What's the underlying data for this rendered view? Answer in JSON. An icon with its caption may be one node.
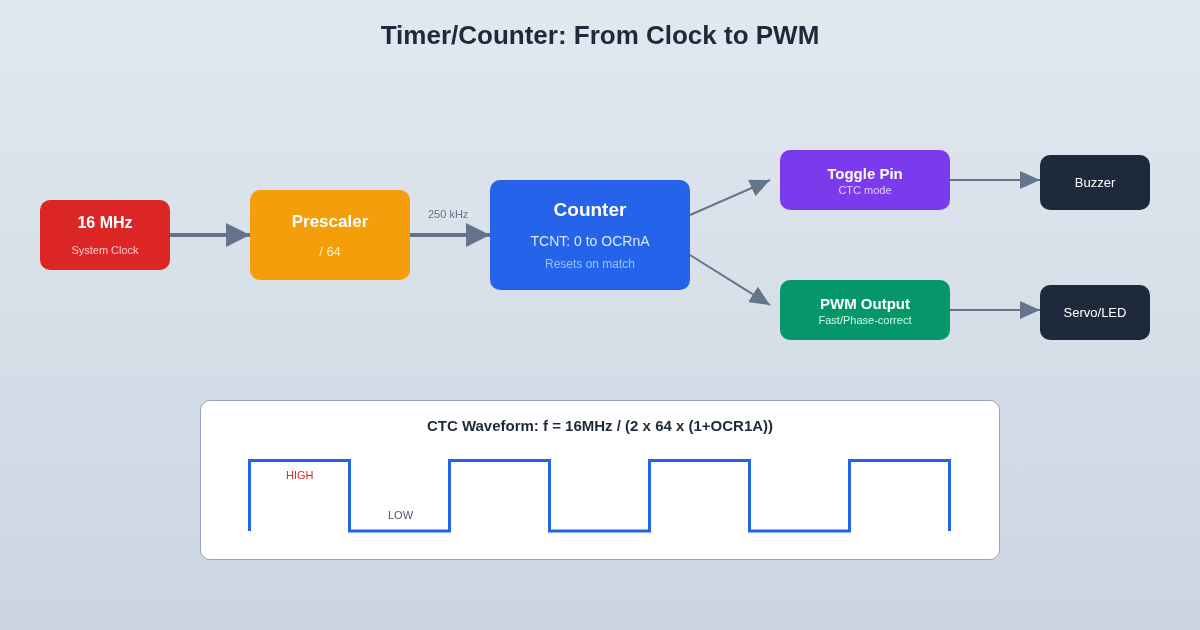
{
  "diagram": {
    "title": "Timer/Counter: From Clock to PWM",
    "nodes": [
      {
        "text": [
          "16 MHz",
          "System Clock"
        ]
      },
      {
        "text": [
          "Prescaler",
          "/ 64"
        ]
      },
      {
        "text": [
          "Counter",
          "TCNT: 0 to OCRnA",
          "Resets on match"
        ]
      },
      {
        "text": [
          "Toggle Pin",
          "CTC mode"
        ]
      },
      {
        "text": [
          "Buzzer"
        ]
      },
      {
        "text": [
          "PWM Output",
          "Fast/Phase-correct"
        ]
      },
      {
        "text": [
          "Servo/LED"
        ]
      },
      {
        "text": [
          "CTC Waveform: f = 16MHz / (2 x 64 x (1+OCR1A))"
        ]
      }
    ],
    "edges": [
      {
        "from": 0,
        "to": 1,
        "arrow": "to",
        "style": "thick"
      },
      {
        "from": 1,
        "to": 2,
        "arrow": "to",
        "style": "thick",
        "label": "250 kHz"
      },
      {
        "from": 2,
        "to": 3,
        "arrow": "to"
      },
      {
        "from": 2,
        "to": 5,
        "arrow": "to"
      },
      {
        "from": 3,
        "to": 4,
        "arrow": "to"
      },
      {
        "from": 5,
        "to": 6,
        "arrow": "to"
      }
    ],
    "labels": [
      "HIGH",
      "LOW"
    ]
  }
}
